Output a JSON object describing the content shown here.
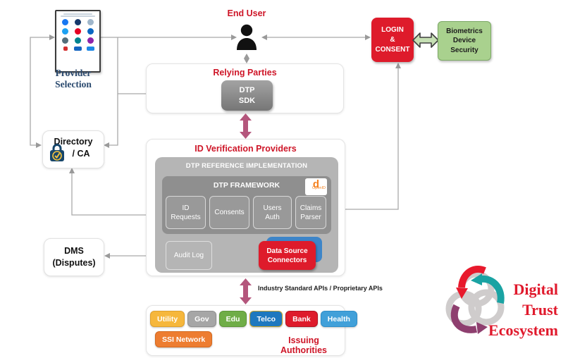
{
  "end_user": {
    "label": "End User"
  },
  "provider_selection": {
    "line1": "Provider",
    "line2": "Selection",
    "app_icons": [
      {
        "name": "facebook-icon",
        "color": "#1877F2",
        "shape": "circle"
      },
      {
        "name": "navy-app-icon",
        "color": "#16386B",
        "shape": "circle"
      },
      {
        "name": "gray-bird-icon",
        "color": "#9FB6CB",
        "shape": "circle"
      },
      {
        "name": "twitter-icon",
        "color": "#1DA1F2",
        "shape": "circle"
      },
      {
        "name": "pinterest-icon",
        "color": "#E60023",
        "shape": "circle"
      },
      {
        "name": "linkedin-icon",
        "color": "#0A66C2",
        "shape": "circle"
      },
      {
        "name": "cloud-app-icon",
        "color": "#546E7A",
        "shape": "circle"
      },
      {
        "name": "teal-app-icon",
        "color": "#00838F",
        "shape": "circle"
      },
      {
        "name": "purple-app-icon",
        "color": "#8E24AA",
        "shape": "circle"
      },
      {
        "name": "red-app-icon",
        "color": "#D32F2F",
        "shape": "small"
      },
      {
        "name": "blue-card-icon",
        "color": "#1565C0",
        "shape": "pill"
      },
      {
        "name": "blue-card-icon-2",
        "color": "#1E88E5",
        "shape": "pill"
      }
    ]
  },
  "login_consent": {
    "line1": "LOGIN",
    "line2": "&",
    "line3": "CONSENT"
  },
  "biometrics": {
    "line1": "Biometrics",
    "line2": "Device",
    "line3": "Security"
  },
  "relying_parties": {
    "title": "Relying Parties",
    "sdk_line1": "DTP",
    "sdk_line2": "SDK"
  },
  "directory": {
    "line1": "Directory",
    "line2": "/ CA"
  },
  "dms": {
    "line1": "DMS",
    "line2": "(Disputes)"
  },
  "idv": {
    "title": "ID Verification Providers",
    "reference_implementation": "DTP REFERENCE IMPLEMENTATION",
    "framework": "DTP FRAMEWORK",
    "openid": {
      "d": "d",
      "label": "OpenID"
    },
    "modules": [
      {
        "line1": "ID",
        "line2": "Requests"
      },
      {
        "line1": "Consents",
        "line2": ""
      },
      {
        "line1": "Users",
        "line2": "Auth"
      },
      {
        "line1": "Claims",
        "line2": "Parser"
      }
    ],
    "audit_log": "Audit Log",
    "data_source": {
      "line1": "Data Source",
      "line2": "Connectors"
    }
  },
  "api_label": "Industry Standard APIs / Proprietary APIs",
  "issuing": {
    "title": "Issuing Authorities",
    "chips": [
      {
        "label": "Utility",
        "bg": "#F6B73C",
        "border": "#dfa02c",
        "row": 1
      },
      {
        "label": "Gov",
        "bg": "#A6A6A6",
        "border": "#8f8f8f",
        "row": 1
      },
      {
        "label": "Edu",
        "bg": "#6FAD47",
        "border": "#5d9638",
        "row": 1
      },
      {
        "label": "Telco",
        "bg": "#1E78BF",
        "border": "#C9A227",
        "row": 1
      },
      {
        "label": "Bank",
        "bg": "#DE1B2B",
        "border": "#b31220",
        "row": 1
      },
      {
        "label": "Health",
        "bg": "#41A0D9",
        "border": "#2e8ec9",
        "row": 1
      },
      {
        "label": "SSI Network",
        "bg": "#ED7D31",
        "border": "#d46a20",
        "row": 2
      }
    ]
  },
  "logo": {
    "line1": "Digital",
    "line2": "Trust",
    "line3": "Ecosystem"
  },
  "colors": {
    "accent_red": "#DE1B2B",
    "title_red": "#CE1527",
    "magenta_arrow": "#B4567C",
    "wire_gray": "#A9A9A9",
    "green_box": "#A9D18E",
    "blue_connector": "#3D85C8"
  }
}
